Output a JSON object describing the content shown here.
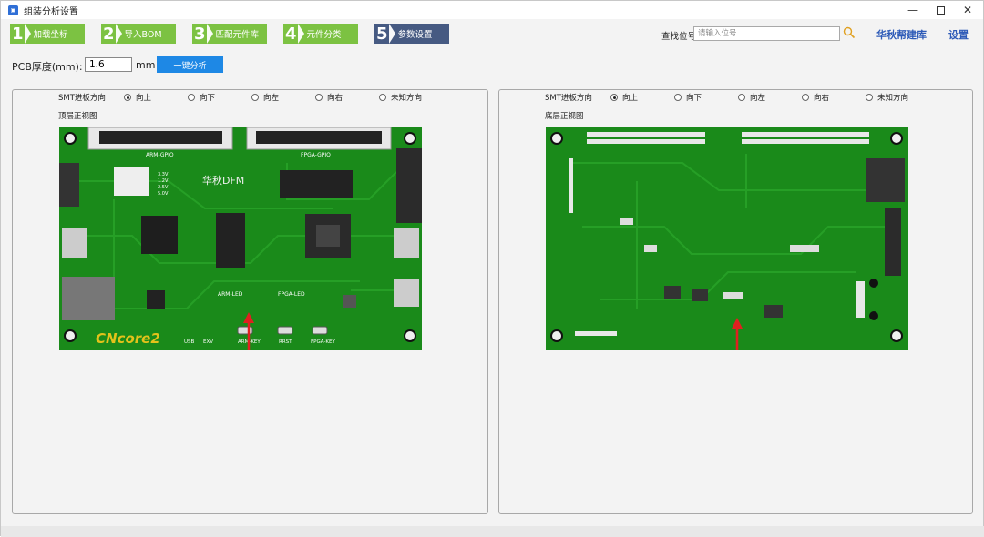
{
  "window": {
    "title": "组装分析设置",
    "icon": "app-icon",
    "controls": [
      "minimize-icon",
      "maximize-icon",
      "close-icon"
    ]
  },
  "steps": [
    {
      "num": "1",
      "label": "加载坐标",
      "active": false
    },
    {
      "num": "2",
      "label": "导入BOM",
      "active": false
    },
    {
      "num": "3",
      "label": "匹配元件库",
      "active": false
    },
    {
      "num": "4",
      "label": "元件分类",
      "active": false
    },
    {
      "num": "5",
      "label": "参数设置",
      "active": true
    }
  ],
  "search": {
    "label": "查找位号",
    "placeholder": "请输入位号"
  },
  "links": {
    "library": "华秋帮建库",
    "settings": "设置"
  },
  "pcb": {
    "label": "PCB厚度(mm):",
    "value": "1.6",
    "unit": "mm",
    "analyze_button": "一键分析"
  },
  "colors": {
    "step_green": "#7cc242",
    "step_active": "#465a82",
    "button_blue": "#1e88e5",
    "pcb_green": "#1a8a1a",
    "arrow_red": "#e02020"
  },
  "panels": [
    {
      "id": "top",
      "direction_label": "SMT进板方向",
      "options": [
        "向上",
        "向下",
        "向左",
        "向右",
        "未知方向"
      ],
      "selected": "向上",
      "view_label": "顶层正视图",
      "board_labels": {
        "arm_gpio": "ARM-GPIO",
        "fpga_gpio": "FPGA-GPIO",
        "logo_text": "华秋DFM",
        "arm_led": "ARM-LED",
        "fpga_led": "FPGA-LED",
        "arm_key": "ARM-KEY",
        "rest": "RRST",
        "fpga_key": "FPGA-KEY",
        "usb": "USB",
        "exv": "EXV",
        "brand": "CNcore2",
        "v1": "3.3V",
        "v2": "1.2V",
        "v3": "2.5V",
        "v4": "5.0V"
      }
    },
    {
      "id": "bottom",
      "direction_label": "SMT进板方向",
      "options": [
        "向上",
        "向下",
        "向左",
        "向右",
        "未知方向"
      ],
      "selected": "向上",
      "view_label": "底层正视图"
    }
  ]
}
